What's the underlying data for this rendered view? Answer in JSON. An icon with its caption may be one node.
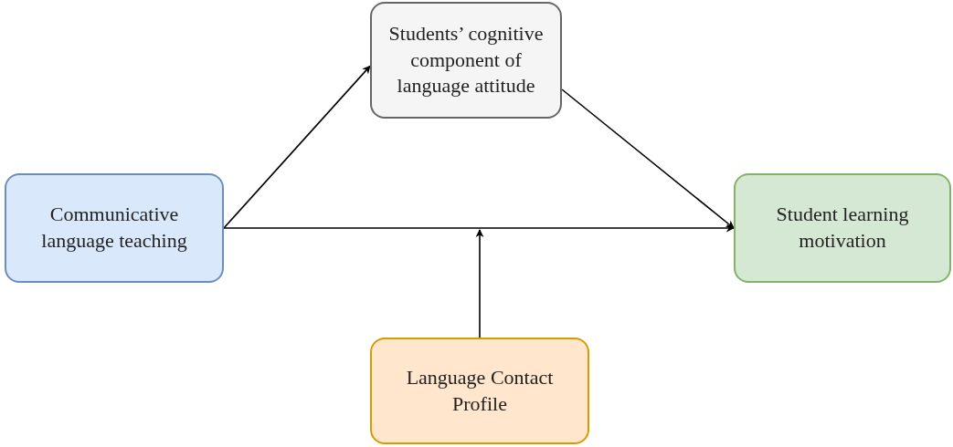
{
  "diagram": {
    "nodes": [
      {
        "text": [
          "Communicative language teaching"
        ]
      },
      {
        "text": [
          "Students’ cognitive component of language attitude"
        ]
      },
      {
        "text": [
          "Student learning motivation"
        ]
      },
      {
        "text": [
          "Language Contact Profile"
        ]
      }
    ],
    "edges": [
      {
        "from": 0,
        "to": 1,
        "arrow": "to"
      },
      {
        "from": 1,
        "to": 2,
        "arrow": "to"
      },
      {
        "from": 0,
        "to": 2,
        "arrow": "to"
      },
      {
        "from": 3,
        "to": null,
        "arrow": "to"
      }
    ]
  }
}
